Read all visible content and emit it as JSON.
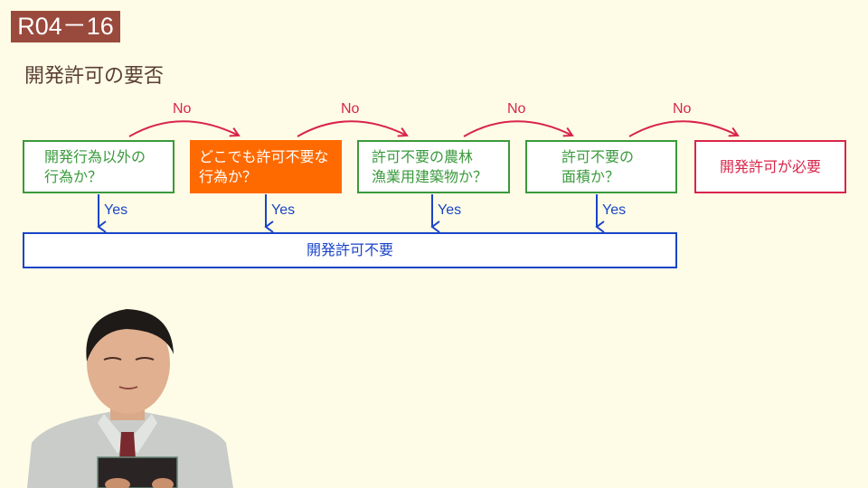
{
  "header": {
    "badge": "R04－16",
    "title": "開発許可の要否"
  },
  "flow": {
    "steps": [
      {
        "label": "開発行為以外の\n行為か？",
        "style": "green"
      },
      {
        "label": "どこでも許可不要な\n行為か？",
        "style": "orange"
      },
      {
        "label": "許可不要の農林\n漁業用建築物か？",
        "style": "green"
      },
      {
        "label": "許可不要の\n面積か？",
        "style": "green"
      }
    ],
    "final_no": "開発許可が必要",
    "no_label": "No",
    "yes_label": "Yes",
    "yes_result": "開発許可不要"
  },
  "colors": {
    "background": "#fefce6",
    "badge": "#9a4a3c",
    "green": "#3a9a3c",
    "orange": "#ff6a00",
    "red": "#d8254a",
    "blue": "#1a44c8"
  },
  "presenter": {
    "description": "lecturer video overlay"
  }
}
